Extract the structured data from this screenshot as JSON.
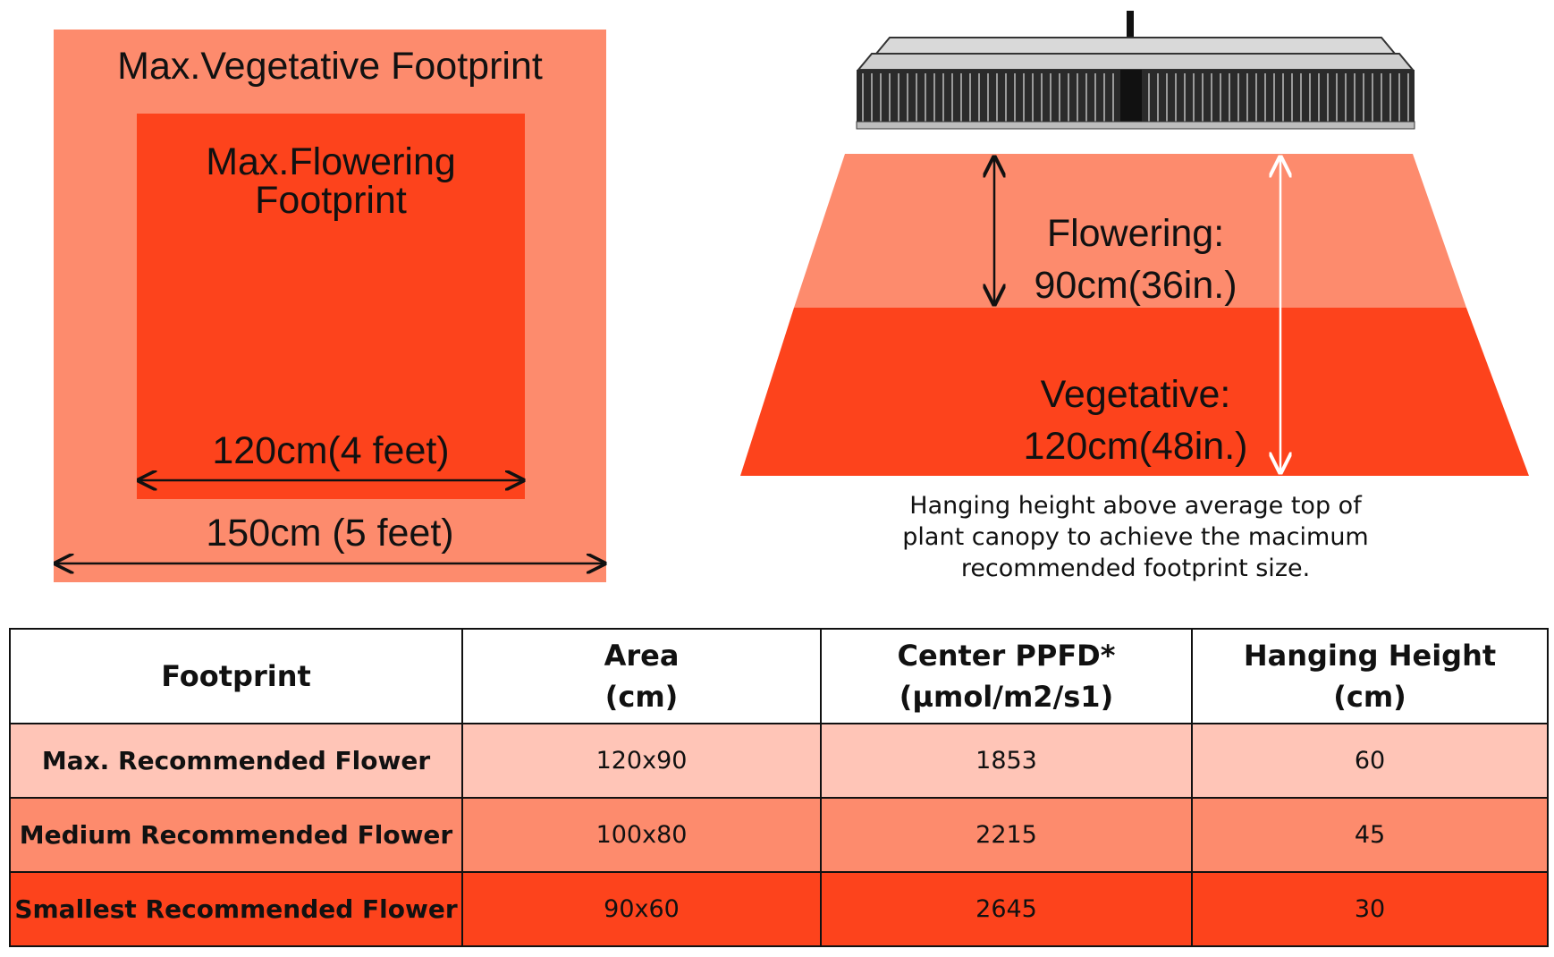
{
  "footprint_diagram": {
    "vegetative_title": "Max.Vegetative Footprint",
    "flowering_title_line1": "Max.Flowering",
    "flowering_title_line2": "Footprint",
    "inner_dimension": "120cm(4 feet)",
    "outer_dimension": "150cm (5 feet)"
  },
  "hanging_diagram": {
    "flowering_label": "Flowering:",
    "flowering_height": "90cm(36in.)",
    "vegetative_label": "Vegetative:",
    "vegetative_height": "120cm(48in.)",
    "caption_line1": "Hanging height above average top of",
    "caption_line2": "plant canopy to achieve the macimum",
    "caption_line3": "recommended footprint size."
  },
  "table": {
    "headers": [
      {
        "line1": "Footprint",
        "line2": ""
      },
      {
        "line1": "Area",
        "line2": "(cm)"
      },
      {
        "line1": "Center PPFD*",
        "line2": "(µmol/m2/s1)"
      },
      {
        "line1": "Hanging Height",
        "line2": "(cm)"
      }
    ],
    "rows": [
      {
        "footprint": "Max. Recommended Flower",
        "area": "120x90",
        "ppfd": "1853",
        "height": "60"
      },
      {
        "footprint": "Medium Recommended Flower",
        "area": "100x80",
        "ppfd": "2215",
        "height": "45"
      },
      {
        "footprint": "Smallest Recommended Flower",
        "area": "90x60",
        "ppfd": "2645",
        "height": "30"
      }
    ]
  },
  "colors": {
    "light_salmon": "#fd8b6d",
    "orange_red": "#fd431c",
    "pale_pink": "#ffc5b7"
  }
}
